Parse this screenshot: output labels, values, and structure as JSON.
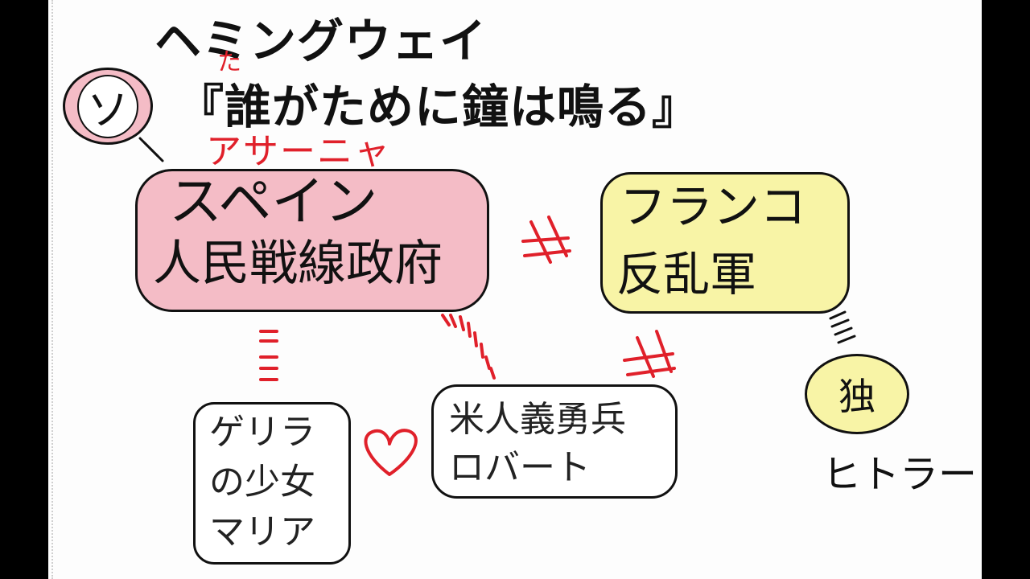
{
  "title": {
    "author": "ヘミングウェイ",
    "work": "『誰がために鐘は鳴る』",
    "ruby_ta": "た"
  },
  "spain": {
    "ruby": "アサーニャ",
    "line1": "スペイン",
    "line2": "人民戦線政府"
  },
  "franco": {
    "line1": "フランコ",
    "line2": "反乱軍"
  },
  "maria": {
    "line1": "ゲリラ",
    "line2": "の少女",
    "line3": "マリア"
  },
  "robert": {
    "line1": "米人義勇兵",
    "line2": "ロバート"
  },
  "soviet": {
    "label": "ソ"
  },
  "germany": {
    "label": "独",
    "ruler": "ヒトラー"
  },
  "colors": {
    "pink": "#f4bcc6",
    "yellow": "#f8f4a6",
    "red_annotation": "#e0202a",
    "ink": "#111111"
  }
}
